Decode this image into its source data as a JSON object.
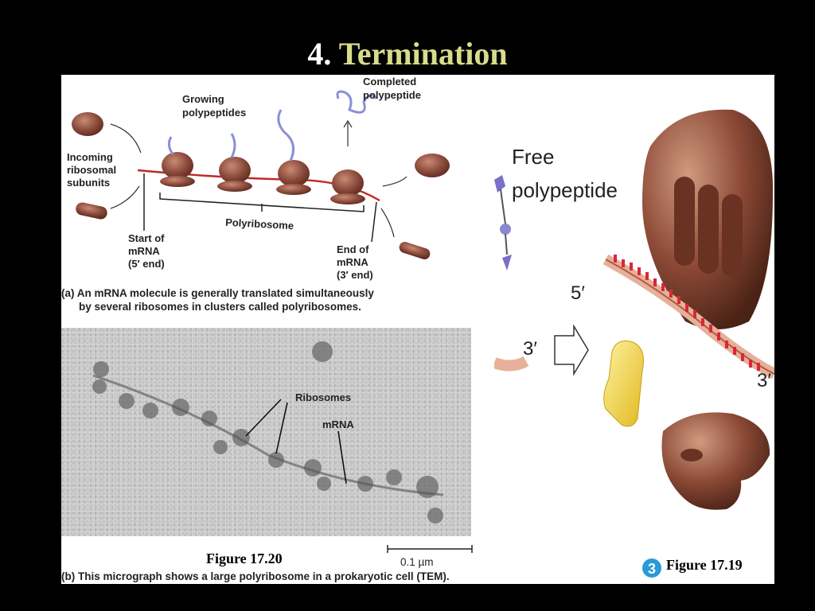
{
  "slide": {
    "title_number": "4.",
    "title_word": "Termination"
  },
  "figure_a": {
    "label_growing": [
      "Growing",
      "polypeptides"
    ],
    "label_completed": [
      "Completed",
      "polypeptide"
    ],
    "label_incoming": [
      "Incoming",
      "ribosomal",
      "subunits"
    ],
    "label_polyribosome": "Polyribosome",
    "label_start": [
      "Start of",
      "mRNA",
      "(5′ end)"
    ],
    "label_end": [
      "End of",
      "mRNA",
      "(3′ end)"
    ],
    "caption_line1": "(a) An mRNA molecule is generally translated simultaneously",
    "caption_line2": "by several ribosomes in clusters called polyribosomes."
  },
  "figure_b": {
    "label_ribosomes": "Ribosomes",
    "label_mrna": "mRNA",
    "scale_bar": "0.1 µm",
    "figure_number": "Figure 17.20",
    "caption": "(b) This micrograph shows a large polyribosome in a prokaryotic cell (TEM)."
  },
  "figure_right": {
    "label_free": "Free",
    "label_polypeptide": "polypeptide",
    "label_5prime": "5′",
    "label_3prime_left": "3′",
    "label_3prime_right": "3′",
    "step_number": "3",
    "figure_number": "Figure 17.19"
  },
  "colors": {
    "title_accent": "#d8dc8a",
    "ribosome": "#8a4a3a",
    "mrna": "#c0282a",
    "polypeptide": "#8b8fd8",
    "release_factor": "#f2d44a"
  }
}
